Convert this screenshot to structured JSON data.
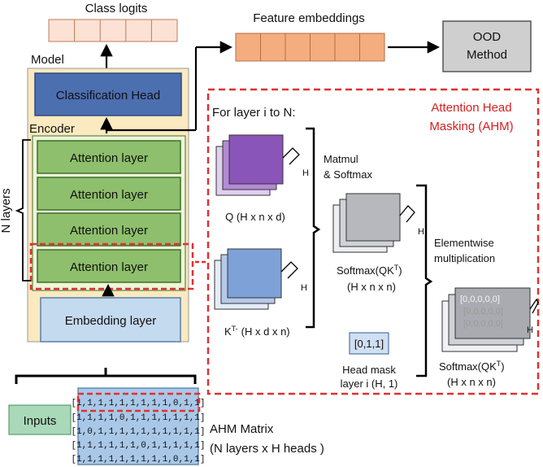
{
  "colors": {
    "model_bg": "#fbe9bf",
    "encoder_bg": "#eef6d9",
    "attention": "#8ebf6c",
    "attention_border": "#3e6f2a",
    "head": "#4c6fb0",
    "embedding": "#c4daef",
    "logits": "#fbe2d4",
    "features": "#f4ad7e",
    "ood": "#cfcfcf",
    "inputs": "#a9d9b8",
    "matrix": "#a9c8e8",
    "highlight": "#e03030",
    "q_stack": "#8a55b8",
    "k_stack": "#7ea1d8",
    "grey_stack": "#b6b8bd"
  },
  "labels": {
    "class_logits": "Class logits",
    "feature_embeddings": "Feature embeddings",
    "ood_line1": "OOD",
    "ood_line2": "Method",
    "model": "Model",
    "classification_head": "Classification Head",
    "encoder": "Encoder",
    "attention_layers": [
      "Attention layer",
      "Attention layer",
      "Attention layer",
      "Attention layer"
    ],
    "n_layers": "N layers",
    "embedding_layer": "Embedding layer",
    "inputs": "Inputs",
    "ahm_matrix_line1": "AHM Matrix",
    "ahm_matrix_line2": "(N layers x H heads )"
  },
  "ahm": {
    "title_line1": "Attention Head",
    "title_line2": "Masking (AHM)",
    "loop": "For layer i to N:",
    "h": "H",
    "q_caption": "Q (H x n x d)",
    "k_caption_main": "K",
    "k_caption_sup": "T-",
    "k_caption_rest": "(H x d x n)",
    "matmul_line1": "Matmul",
    "matmul_line2": "& Softmax",
    "softmax_main": "Softmax(QK",
    "softmax_sup": "T",
    "softmax_close": ")",
    "softmax_dims": "(H x n x n)",
    "elementwise_line1": "Elementwise",
    "elementwise_line2": "multiplication",
    "mask_vector": "[0,1,1]",
    "head_mask_line1": "Head mask",
    "head_mask_line2": "layer i  (H, 1)",
    "zero_rows": [
      "[0,0,0,0,0]",
      "[0,0,0,0,0]",
      "[0,0,0,0,0]"
    ]
  },
  "matrix_rows": [
    "[1,1,1,1,1,1,1,1,1,0,1,1]",
    "[1,1,1,1,0,1,1,1,1,1,1,1]",
    "[1,0,1,1,1,1,1,1,1,1,1,1]",
    "[1,1,1,1,1,1,0,1,1,1,1,1]",
    "[1,1,1,1,1,1,1,1,1,0,1,1]"
  ]
}
